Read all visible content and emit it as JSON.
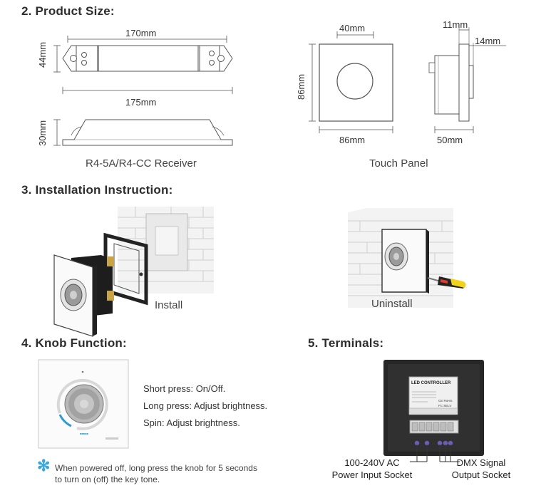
{
  "sections": {
    "product_size": "2. Product Size:",
    "installation": "3. Installation Instruction:",
    "knob_function": "4. Knob Function:",
    "terminals": "5. Terminals:"
  },
  "receiver": {
    "top_length": "170mm",
    "height": "44mm",
    "bottom_length": "175mm",
    "side_height": "30mm",
    "caption": "R4-5A/R4-CC Receiver"
  },
  "touch_panel": {
    "knob_diameter": "40mm",
    "panel_height": "86mm",
    "panel_width": "86mm",
    "depth_top": "11mm",
    "depth_side": "14mm",
    "side_depth": "50mm",
    "caption": "Touch Panel"
  },
  "installation": {
    "install_label": "Install",
    "uninstall_label": "Uninstall"
  },
  "knob": {
    "functions": [
      "Short press: On/Off.",
      "Long press: Adjust brightness.",
      "Spin: Adjust brightness."
    ],
    "note_icon": "asterisk-icon",
    "note_line1": "When powered off, long press the knob for 5 seconds",
    "note_line2": "to turn on (off) the key tone."
  },
  "terminals": {
    "label_title": "LED CONTROLLER",
    "left_line1": "100-240V AC",
    "left_line2": "Power Input Socket",
    "right_line1": "DMX Signal",
    "right_line2": "Output Socket"
  },
  "colors": {
    "accent_blue": "#3aa8d8",
    "terminal_purple": "#6a5fb5",
    "screwdriver_yellow": "#f2d21a"
  }
}
